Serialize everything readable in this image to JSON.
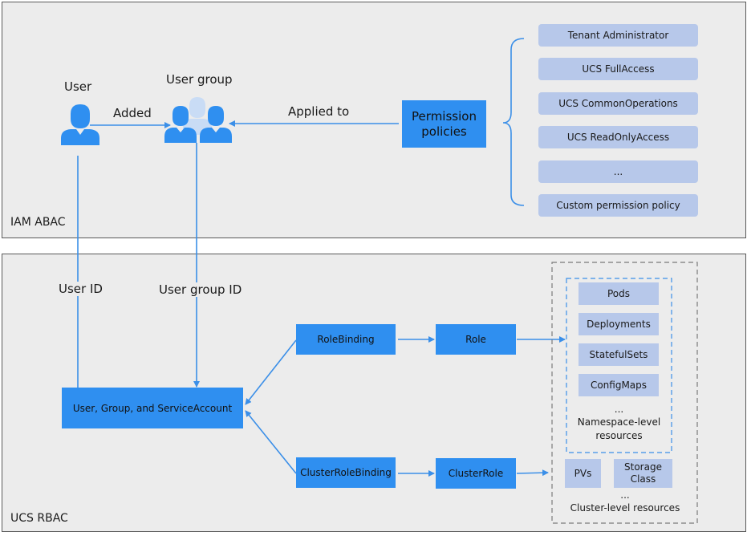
{
  "panels": {
    "iam_label": "IAM ABAC",
    "ucs_label": "UCS RBAC"
  },
  "iam": {
    "user_label": "User",
    "user_group_label": "User group",
    "added_label": "Added",
    "applied_to_label": "Applied to",
    "permission_policies_line1": "Permission",
    "permission_policies_line2": "policies",
    "policies": [
      "Tenant Administrator",
      "UCS FullAccess",
      "UCS CommonOperations",
      "UCS ReadOnlyAccess",
      "...",
      "Custom permission policy"
    ]
  },
  "ucs": {
    "user_id_label": "User ID",
    "user_group_id_label": "User group ID",
    "subject_box": "User, Group, and ServiceAccount",
    "rolebinding": "RoleBinding",
    "role": "Role",
    "clusterrolebinding": "ClusterRoleBinding",
    "clusterrole": "ClusterRole",
    "namespace_resources": [
      "Pods",
      "Deployments",
      "StatefulSets",
      "ConfigMaps"
    ],
    "namespace_ellipsis": "...",
    "namespace_caption_line1": "Namespace-level",
    "namespace_caption_line2": "resources",
    "cluster_resources": {
      "pvs": "PVs",
      "storage_line1": "Storage",
      "storage_line2": "Class"
    },
    "cluster_ellipsis": "...",
    "cluster_caption": "Cluster-level resources"
  },
  "colors": {
    "panel_bg": "#ececec",
    "box_blue": "#2f8ff0",
    "arrow_blue": "#3b8fe8",
    "policy_fill": "#b7c8ea",
    "icon_blue": "#2f8ff0",
    "icon_light": "#c9dcf5"
  }
}
